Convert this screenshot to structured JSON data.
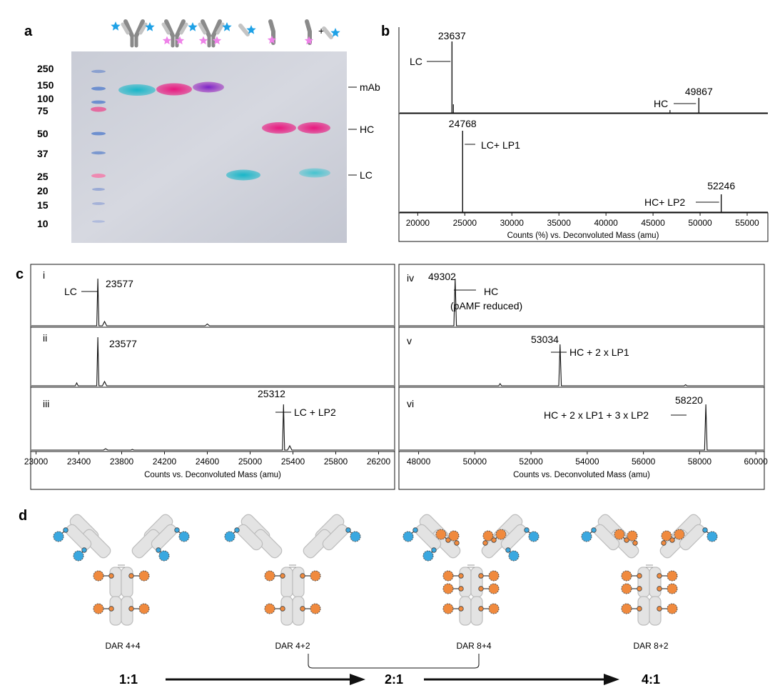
{
  "panels": {
    "a": "a",
    "b": "b",
    "c": "c",
    "d": "d"
  },
  "panel_a": {
    "mw_markers": [
      "250",
      "150",
      "100",
      "75",
      "50",
      "37",
      "25",
      "20",
      "15",
      "10"
    ],
    "band_labels": [
      "mAb",
      "HC",
      "LC"
    ],
    "plus_sign": "+",
    "colors": {
      "cyan": "#27b9c9",
      "magenta": "#e8258e",
      "violet": "#8a2fd0",
      "blue_star": "#1ea1e6",
      "pink_star": "#ee82e8"
    }
  },
  "panel_b": {
    "xlabel": "Counts (%) vs. Deconvoluted Mass (amu)",
    "x_ticks": [
      "20000",
      "25000",
      "30000",
      "35000",
      "40000",
      "45000",
      "50000",
      "55000"
    ],
    "top": {
      "peaks": [
        {
          "mass": "23637",
          "label": "LC"
        },
        {
          "mass": "49867",
          "label": "HC"
        }
      ]
    },
    "bottom": {
      "peaks": [
        {
          "mass": "24768",
          "label": "LC+ LP1"
        },
        {
          "mass": "52246",
          "label": "HC+ LP2"
        }
      ]
    }
  },
  "panel_c_left": {
    "xlabel": "Counts vs. Deconvoluted Mass (amu)",
    "x_ticks": [
      "23000",
      "23400",
      "23800",
      "24200",
      "24600",
      "25000",
      "25400",
      "25800",
      "26200"
    ],
    "traces": [
      {
        "roman": "i",
        "mass": "23577",
        "label": "LC"
      },
      {
        "roman": "ii",
        "mass": "23577",
        "label": ""
      },
      {
        "roman": "iii",
        "mass": "25312",
        "label": "LC + LP2"
      }
    ]
  },
  "panel_c_right": {
    "xlabel": "Counts vs. Deconvoluted Mass (amu)",
    "x_ticks": [
      "48000",
      "50000",
      "52000",
      "54000",
      "56000",
      "58000",
      "60000"
    ],
    "traces": [
      {
        "roman": "iv",
        "mass": "49302",
        "label": "HC",
        "sublabel": "(pAMF reduced)"
      },
      {
        "roman": "v",
        "mass": "53034",
        "label": "HC + 2 x LP1"
      },
      {
        "roman": "vi",
        "mass": "58220",
        "label": "HC + 2 x LP1 + 3 x LP2"
      }
    ]
  },
  "panel_d": {
    "dar_labels": [
      "DAR 4+4",
      "DAR 4+2",
      "DAR 8+4",
      "DAR 8+2"
    ],
    "ratios": [
      "1:1",
      "2:1",
      "4:1"
    ],
    "colors": {
      "blue": "#3aa8e0",
      "orange": "#f08a3e",
      "antibody": "#e3e3e3"
    }
  }
}
